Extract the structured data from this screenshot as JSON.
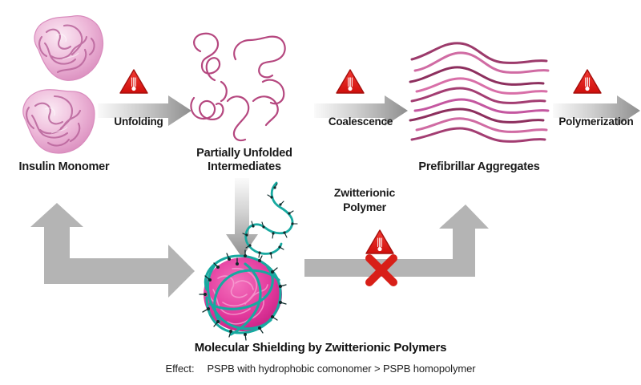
{
  "figure": {
    "type": "mechanism-schematic",
    "background_color": "#ffffff"
  },
  "stages": [
    {
      "id": "insulin-monomer",
      "label": "Insulin Monomer",
      "color": "#e8a9cd"
    },
    {
      "id": "partially-unfolded-intermediates",
      "label": "Partially Unfolded\nIntermediates",
      "color": "#b5477f"
    },
    {
      "id": "prefibrillar-aggregates",
      "label": "Prefibrillar Aggregates",
      "color": "#c0457f"
    },
    {
      "id": "shielded-complex",
      "label": "Molecular Shielding by Zwitterionic Polymers",
      "color": "#e0339a"
    }
  ],
  "arrows": [
    {
      "id": "unfolding",
      "label": "Unfolding",
      "hazard": true,
      "direction": "right"
    },
    {
      "id": "coalescence",
      "label": "Coalescence",
      "hazard": true,
      "direction": "right"
    },
    {
      "id": "polymerization",
      "label": "Polymerization",
      "hazard": true,
      "direction": "right"
    },
    {
      "id": "shielding",
      "label": "",
      "hazard": false,
      "direction": "down"
    },
    {
      "id": "recycle-to-monomer",
      "label": "",
      "hazard": false,
      "direction": "up-left"
    },
    {
      "id": "blocked-aggregation",
      "label": "",
      "hazard": true,
      "direction": "up-right",
      "blocked": true
    }
  ],
  "polymer": {
    "label": "Zwitterionic\nPolymer",
    "chain_color": "#17a9a0",
    "pendant_color": "#0d2b2b"
  },
  "hazard_icon": {
    "name": "thermometer-warning-triangle",
    "triangle_color": "#e31b18",
    "triangle_edge": "#a50f0d",
    "glyph_color": "#ffffff"
  },
  "block_icon": {
    "name": "red-x",
    "color": "#d81f18"
  },
  "caption": {
    "title": "Molecular Shielding by Zwitterionic Polymers",
    "effect_label": "Effect:",
    "effect_text": "PSPB with hydrophobic comonomer > PSPB homopolymer"
  },
  "colors": {
    "arrow_gray_light": "#f2f2f2",
    "arrow_gray_mid": "#c8c8c8",
    "arrow_gray_dark": "#8d8d8d",
    "flat_gray": "#b4b4b4",
    "protein_pink": "#e9aed0",
    "chain_magenta": "#b5477f",
    "teal": "#17a9a0"
  }
}
